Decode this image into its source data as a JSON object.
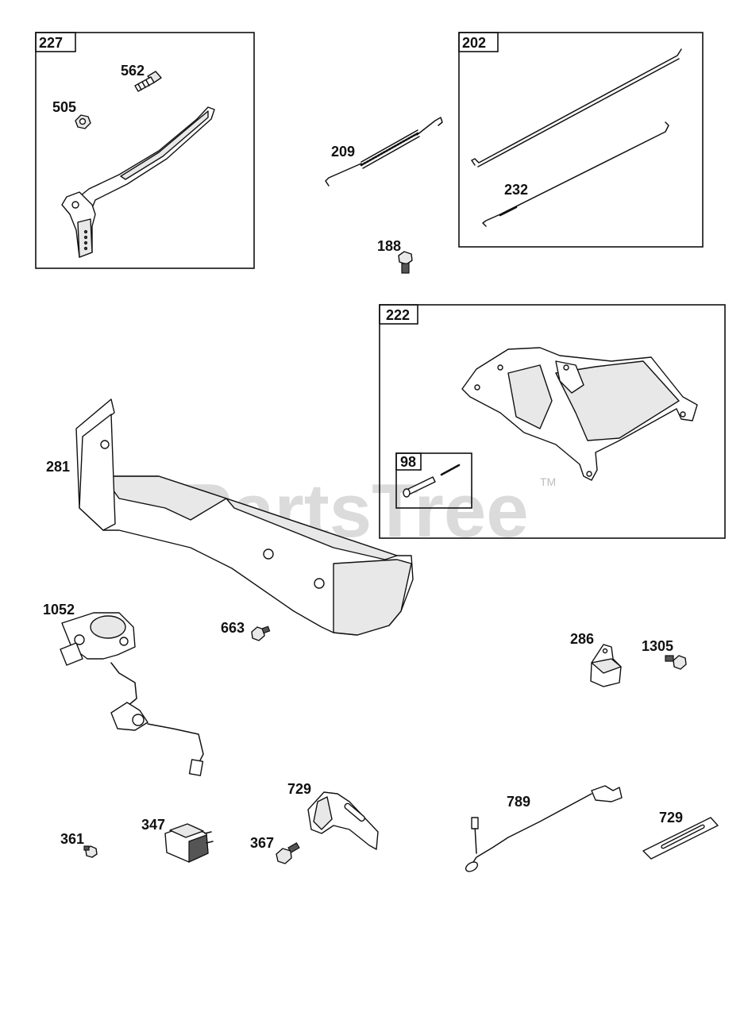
{
  "watermark": {
    "text": "PartsTree",
    "trademark": "TM"
  },
  "callouts": {
    "c227": "227",
    "c562": "562",
    "c505": "505",
    "c209": "209",
    "c202": "202",
    "c232": "232",
    "c188": "188",
    "c222": "222",
    "c98": "98",
    "c281": "281",
    "c1052": "1052",
    "c663": "663",
    "c286": "286",
    "c1305": "1305",
    "c729a": "729",
    "c789": "789",
    "c729b": "729",
    "c361": "361",
    "c347": "347",
    "c367": "367"
  }
}
